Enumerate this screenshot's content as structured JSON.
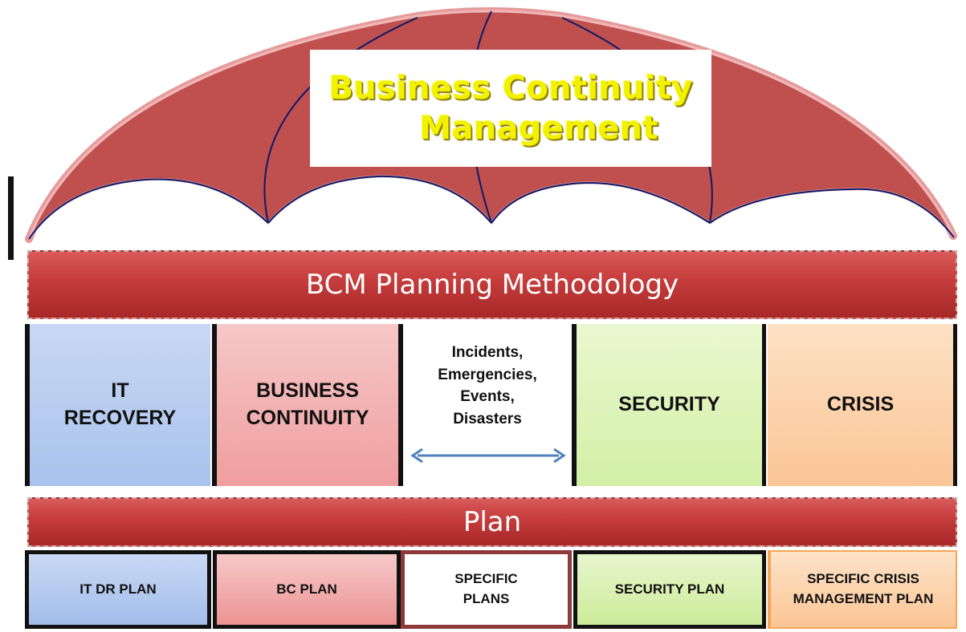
{
  "title": {
    "line1": "Business Continuity",
    "line2": "Management"
  },
  "methodology_label": "BCM Planning Methodology",
  "plan_label": "Plan",
  "areas": [
    {
      "line1": "IT",
      "line2": "RECOVERY"
    },
    {
      "line1": "BUSINESS",
      "line2": "CONTINUITY"
    },
    {
      "line1": "SECURITY"
    },
    {
      "line1": "CRISIS"
    }
  ],
  "incidents": {
    "lines": [
      "Incidents,",
      "Emergencies,",
      "Events,",
      "Disasters"
    ],
    "arrow_icon": "double-headed-arrow-icon"
  },
  "plans": [
    {
      "line1": "IT DR PLAN"
    },
    {
      "line1": "BC PLAN"
    },
    {
      "line1": "SPECIFIC",
      "line2": "PLANS"
    },
    {
      "line1": "SECURITY PLAN"
    },
    {
      "line1": "SPECIFIC CRISIS",
      "line2": "MANAGEMENT PLAN"
    }
  ],
  "colors": {
    "umbrella_fill": "#c0504d",
    "umbrella_ribs": "#0b1a6b",
    "band_red": "#c43b3b",
    "title_yellow": "#f2f200",
    "it_blue": "#a9c2ec",
    "bc_pink": "#f09e9e",
    "security_green": "#d3efa6",
    "crisis_orange": "#fbc596",
    "arrow_blue": "#4f81bd"
  }
}
